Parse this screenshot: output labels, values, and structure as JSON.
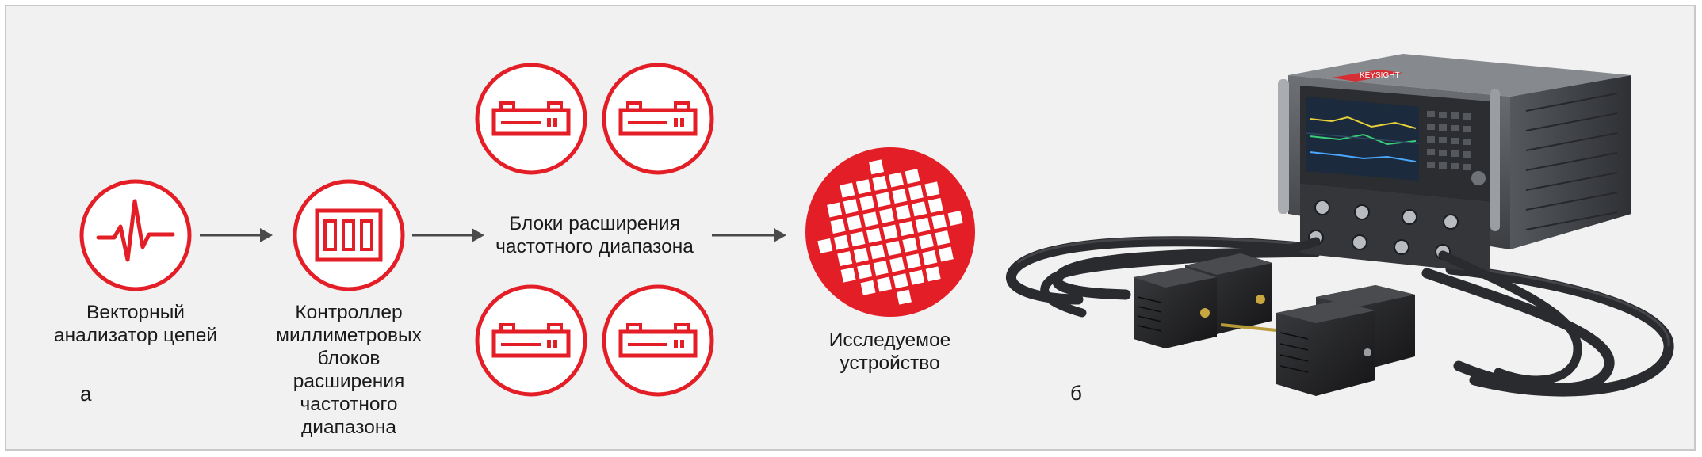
{
  "colors": {
    "accent": "#e41e26",
    "arrow": "#4a4a4a",
    "panel": "#f1f1f1",
    "text": "#1a1a1a"
  },
  "labels": {
    "vna": "Векторный\nанализатор цепей",
    "controller": "Контроллер\nмиллиметровых\nблоков\nрасширения\nчастотного\nдиапазона",
    "extenders": "Блоки расширения\nчастотного диапазона",
    "dut": "Исследуемое\nустройство"
  },
  "part_labels": {
    "a": "а",
    "b": "б"
  },
  "icons": {
    "vna": "waveform-icon",
    "controller": "controller-icon",
    "extender": "frequency-extender-icon",
    "dut": "wafer-icon"
  },
  "photo": {
    "logo_text": "KEYSIGHT"
  }
}
